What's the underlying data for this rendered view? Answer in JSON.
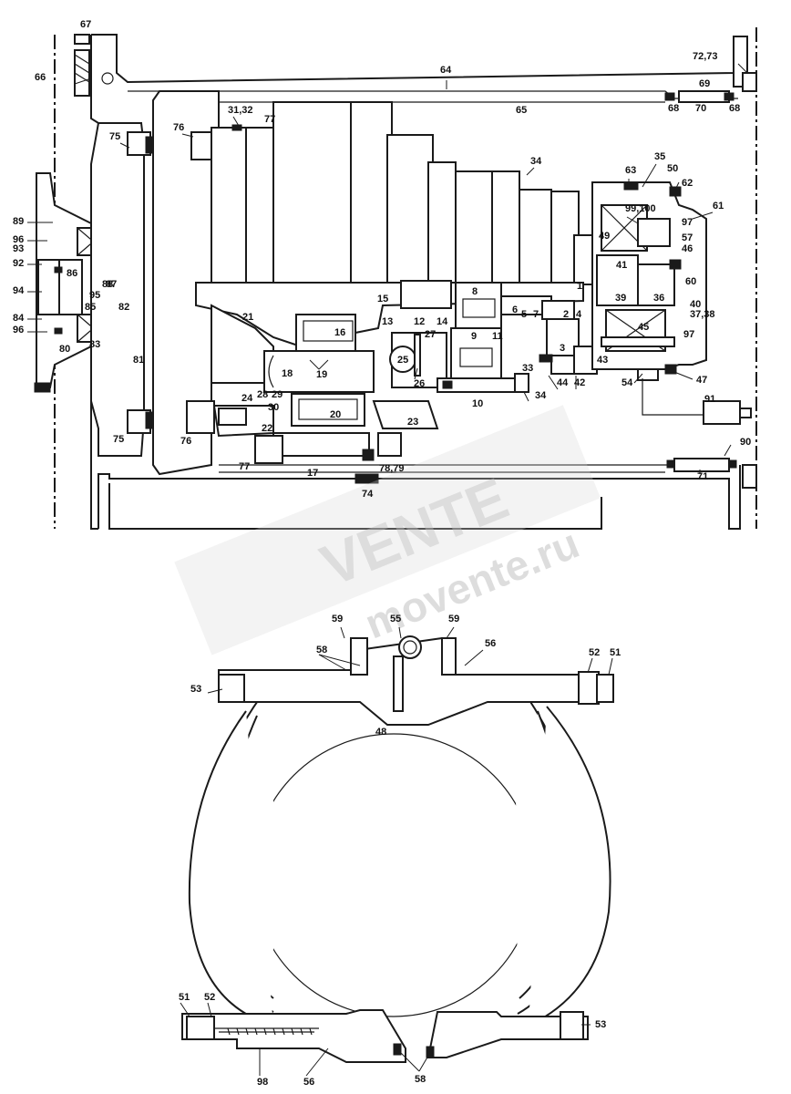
{
  "figure": {
    "labels": [
      "67",
      "66",
      "64",
      "72,73",
      "69",
      "68",
      "70",
      "68",
      "65",
      "77",
      "31,32",
      "76",
      "75",
      "34",
      "35",
      "63",
      "50",
      "62",
      "61",
      "99,100",
      "97",
      "57",
      "46",
      "49",
      "41",
      "60",
      "89",
      "96",
      "93",
      "92",
      "86",
      "87",
      "88",
      "94",
      "95",
      "85",
      "82",
      "84",
      "96",
      "80",
      "83",
      "81",
      "21",
      "15",
      "8",
      "5",
      "6",
      "7",
      "1",
      "2",
      "4",
      "39",
      "36",
      "40",
      "37,38",
      "13",
      "12",
      "14",
      "16",
      "9",
      "11",
      "3",
      "45",
      "97",
      "19",
      "18",
      "25",
      "27",
      "26",
      "43",
      "44",
      "42",
      "54",
      "47",
      "33",
      "34",
      "10",
      "24",
      "28",
      "29",
      "30",
      "20",
      "23",
      "91",
      "75",
      "76",
      "22",
      "77",
      "17",
      "78,79",
      "90",
      "71",
      "74",
      "59",
      "55",
      "59",
      "58",
      "56",
      "52",
      "51",
      "53",
      "48",
      "51",
      "52",
      "53",
      "98",
      "56",
      "58"
    ]
  },
  "watermark": {
    "brand": "VENTE",
    "url": "movente.ru"
  }
}
